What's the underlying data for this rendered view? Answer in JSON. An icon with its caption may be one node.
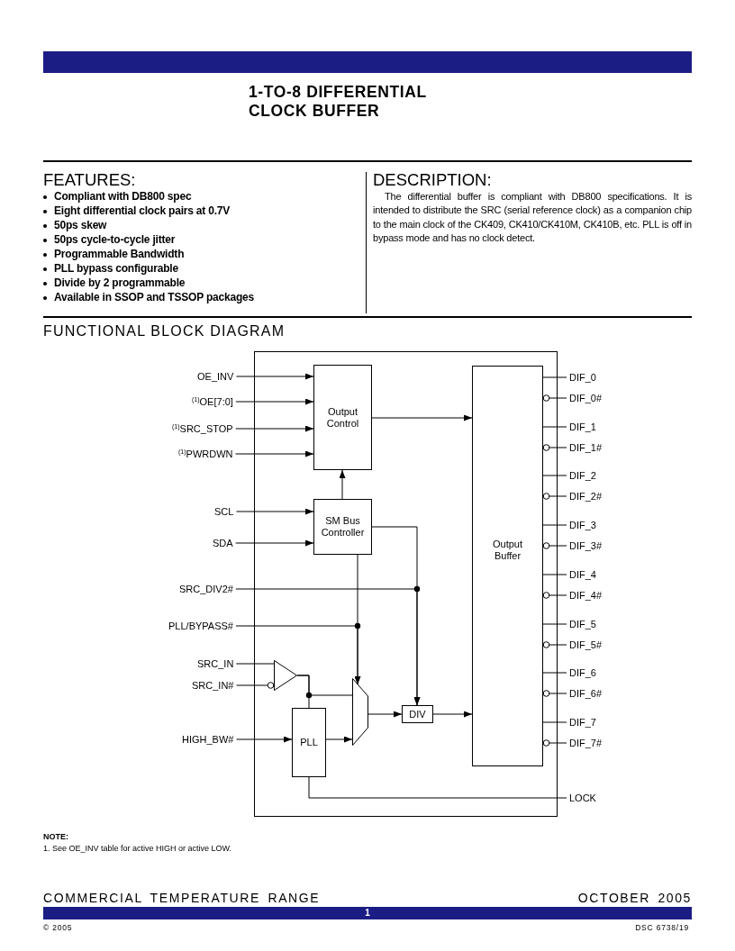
{
  "diagram": {
    "title": "1-TO-8 DIFFERENTIAL CLOCK BUFFER",
    "nodes": [
      {
        "text": [
          "OE_INV"
        ]
      },
      {
        "text": [
          "$^{(1)}$OE[7:0]"
        ]
      },
      {
        "text": [
          "$^{(1)}$SRC_STOP"
        ]
      },
      {
        "text": [
          "$^{(1)}$PWRDWN"
        ]
      },
      {
        "text": [
          "SCL"
        ]
      },
      {
        "text": [
          "SDA"
        ]
      },
      {
        "text": [
          "SRC_DIV2#"
        ]
      },
      {
        "text": [
          "PLL/BYPASS#"
        ]
      },
      {
        "text": [
          "SRC_IN"
        ]
      },
      {
        "text": [
          "SRC_IN#"
        ]
      },
      {
        "text": [
          "HIGH_BW#"
        ]
      },
      {
        "text": [],
        "shape": "box"
      },
      {
        "text": [
          "Output Control"
        ],
        "in": 11
      },
      {
        "text": [
          "SM Bus Controller"
        ],
        "in": 11
      },
      {
        "text": [],
        "shape": "triangle",
        "in": 11
      },
      {
        "text": [],
        "shape": "trapezoid",
        "in": 11
      },
      {
        "text": [
          "PLL"
        ],
        "in": 11
      },
      {
        "text": [
          "DIV"
        ],
        "in": 11
      },
      {
        "text": [
          "Output Buffer"
        ],
        "in": 11
      },
      {
        "text": [
          "DIF_0"
        ]
      },
      {
        "text": [
          "DIF_0#"
        ]
      },
      {
        "text": [
          "DIF_1"
        ]
      },
      {
        "text": [
          "DIF_1#"
        ]
      },
      {
        "text": [
          "DIF_2"
        ]
      },
      {
        "text": [
          "DIF_2#"
        ]
      },
      {
        "text": [
          "DIF_3"
        ]
      },
      {
        "text": [
          "DIF_3#"
        ]
      },
      {
        "text": [
          "DIF_4"
        ]
      },
      {
        "text": [
          "DIF_4#"
        ]
      },
      {
        "text": [
          "DIF_5"
        ]
      },
      {
        "text": [
          "DIF_5#"
        ]
      },
      {
        "text": [
          "DIF_6"
        ]
      },
      {
        "text": [
          "DIF_6#"
        ]
      },
      {
        "text": [
          "DIF_7"
        ]
      },
      {
        "text": [
          "DIF_7#"
        ]
      },
      {
        "text": [
          "LOCK"
        ]
      }
    ],
    "edges": [
      {
        "from": 0,
        "to": 12,
        "arrow": "to"
      },
      {
        "from": 1,
        "to": 12,
        "arrow": "to"
      },
      {
        "from": 2,
        "to": 12,
        "arrow": "to"
      },
      {
        "from": 3,
        "to": 12,
        "arrow": "to"
      },
      {
        "from": 4,
        "to": 13,
        "arrow": "to"
      },
      {
        "from": 5,
        "to": 13,
        "arrow": "to"
      },
      {
        "from": 13,
        "to": 12,
        "arrow": "to"
      },
      {
        "from": 12,
        "to": 18,
        "arrow": "to"
      },
      {
        "from": 13,
        "to": 17,
        "arrow": "to"
      },
      {
        "from": 6,
        "to": 17,
        "arrow": "to"
      },
      {
        "from": 13,
        "to": 15,
        "arrow": "to"
      },
      {
        "from": 7,
        "to": 15,
        "arrow": "to"
      },
      {
        "from": 8,
        "to": 14,
        "arrow": "none"
      },
      {
        "from": 9,
        "to": 14,
        "arrow": "other"
      },
      {
        "from": 14,
        "to": 15,
        "arrow": "none"
      },
      {
        "from": 14,
        "to": 16,
        "arrow": "none"
      },
      {
        "from": 10,
        "to": 16,
        "arrow": "to"
      },
      {
        "from": 16,
        "to": 15,
        "arrow": "to"
      },
      {
        "from": 15,
        "to": 17,
        "arrow": "to"
      },
      {
        "from": 17,
        "to": 18,
        "arrow": "to"
      },
      {
        "from": 18,
        "to": 19,
        "arrow": "none"
      },
      {
        "from": 18,
        "to": 20,
        "arrow": "other"
      },
      {
        "from": 18,
        "to": 21,
        "arrow": "none"
      },
      {
        "from": 18,
        "to": 22,
        "arrow": "other"
      },
      {
        "from": 18,
        "to": 23,
        "arrow": "none"
      },
      {
        "from": 18,
        "to": 24,
        "arrow": "other"
      },
      {
        "from": 18,
        "to": 25,
        "arrow": "none"
      },
      {
        "from": 18,
        "to": 26,
        "arrow": "other"
      },
      {
        "from": 18,
        "to": 27,
        "arrow": "none"
      },
      {
        "from": 18,
        "to": 28,
        "arrow": "other"
      },
      {
        "from": 18,
        "to": 29,
        "arrow": "none"
      },
      {
        "from": 18,
        "to": 30,
        "arrow": "other"
      },
      {
        "from": 18,
        "to": 31,
        "arrow": "none"
      },
      {
        "from": 18,
        "to": 32,
        "arrow": "other"
      },
      {
        "from": 18,
        "to": 33,
        "arrow": "none"
      },
      {
        "from": 18,
        "to": 34,
        "arrow": "other"
      },
      {
        "from": 16,
        "to": 35,
        "arrow": "none"
      }
    ],
    "labels": [
      "FEATURES:",
      "Compliant with DB800 spec",
      "Eight differential clock pairs at 0.7V",
      "50ps skew",
      "50ps cycle-to-cycle jitter",
      "Programmable Bandwidth",
      "PLL bypass configurable",
      "Divide by 2 programmable",
      "Available in SSOP and TSSOP packages",
      "DESCRIPTION:",
      "The differential buffer is compliant with DB800 specifications. It is intended to distribute the SRC (serial reference clock) as a companion chip to the main clock of the CK409, CK410/CK410M, CK410B, etc. PLL is off in bypass mode and has no clock detect.",
      "FUNCTIONAL BLOCK DIAGRAM",
      "NOTE:",
      "1. See OE_INV table for active HIGH or active LOW.",
      "COMMERCIAL TEMPERATURE RANGE",
      "OCTOBER 2005",
      "1",
      "© 2005",
      "DSC 6738/19"
    ]
  }
}
